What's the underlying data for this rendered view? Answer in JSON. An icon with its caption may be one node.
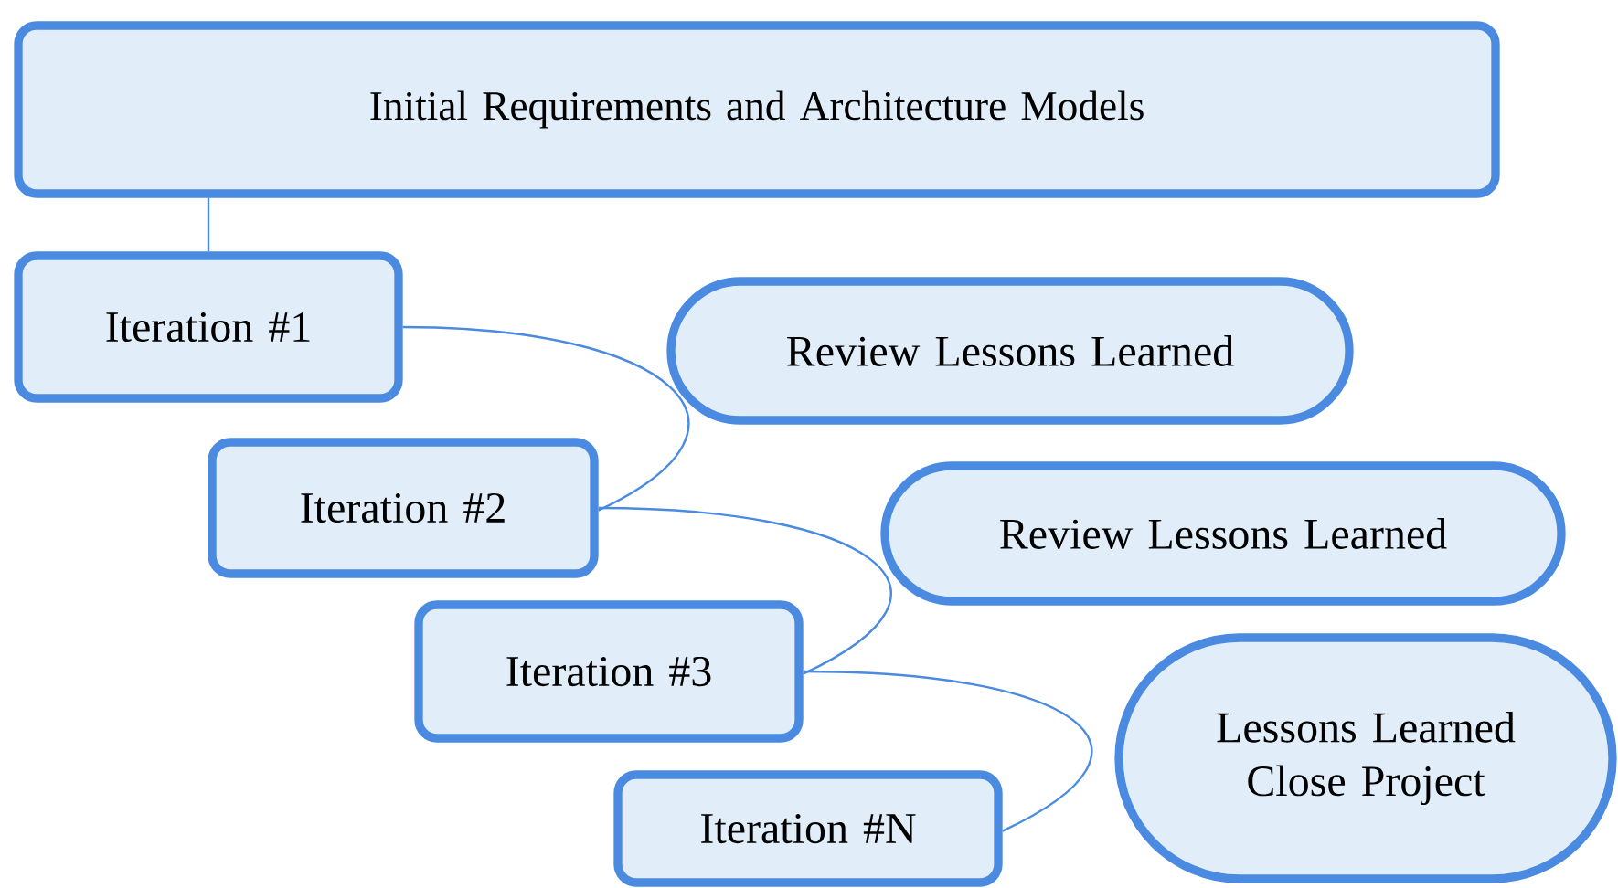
{
  "diagram": {
    "nodes": [
      {
        "text": [
          "Initial Requirements and Architecture Models"
        ]
      },
      {
        "text": [
          "Iteration #1"
        ]
      },
      {
        "text": [
          "Iteration #2"
        ]
      },
      {
        "text": [
          "Iteration #3"
        ]
      },
      {
        "text": [
          "Iteration #N"
        ]
      },
      {
        "text": [
          "Review Lessons Learned"
        ]
      },
      {
        "text": [
          "Review Lessons Learned"
        ]
      },
      {
        "text": [
          "Lessons Learned Close Project"
        ]
      }
    ],
    "edges": [
      {
        "from": 0,
        "to": 1,
        "arrow": "none"
      },
      {
        "from": 1,
        "to": 2,
        "arrow": "none"
      },
      {
        "from": 2,
        "to": 3,
        "arrow": "none"
      },
      {
        "from": 3,
        "to": 4,
        "arrow": "none"
      }
    ]
  }
}
